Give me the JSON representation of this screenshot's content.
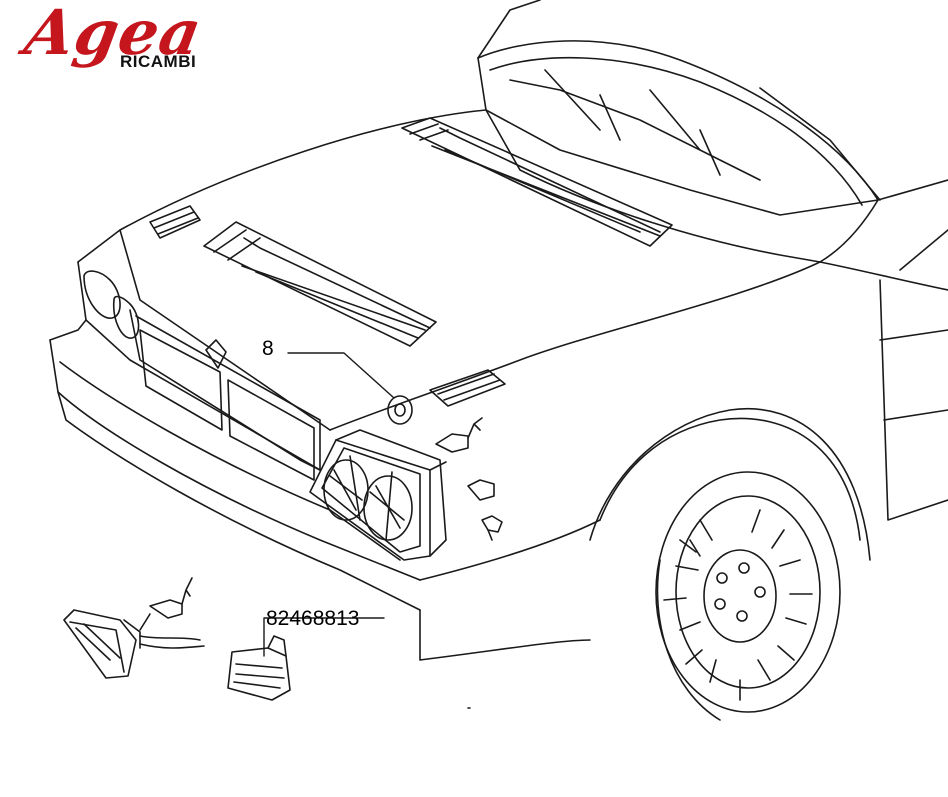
{
  "logo": {
    "brand": "Agea",
    "subtitle": "RICAMBI",
    "brand_color": "#c4161c"
  },
  "callouts": [
    {
      "id": "8",
      "label": "8"
    },
    {
      "id": "part-number",
      "label": "82468813"
    }
  ],
  "colors": {
    "line": "#1a1a1a",
    "background": "#ffffff"
  }
}
